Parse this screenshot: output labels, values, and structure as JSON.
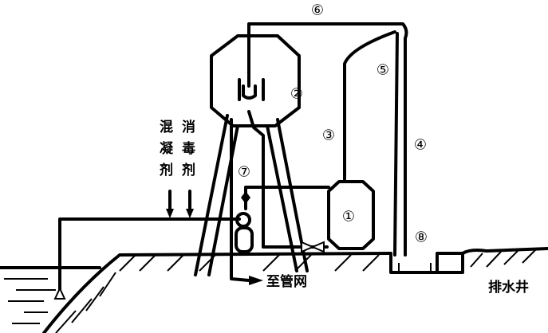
{
  "labels": {
    "coagulant": [
      "混",
      "凝",
      "剂"
    ],
    "disinfectant": [
      "消",
      "毒",
      "剂"
    ],
    "to_network": "至管网",
    "drain": "排水井"
  },
  "numbers": {
    "n1": "①",
    "n2": "②",
    "n3": "③",
    "n4": "④",
    "n5": "⑤",
    "n6": "⑥",
    "n7": "⑦",
    "n8": "⑧"
  }
}
